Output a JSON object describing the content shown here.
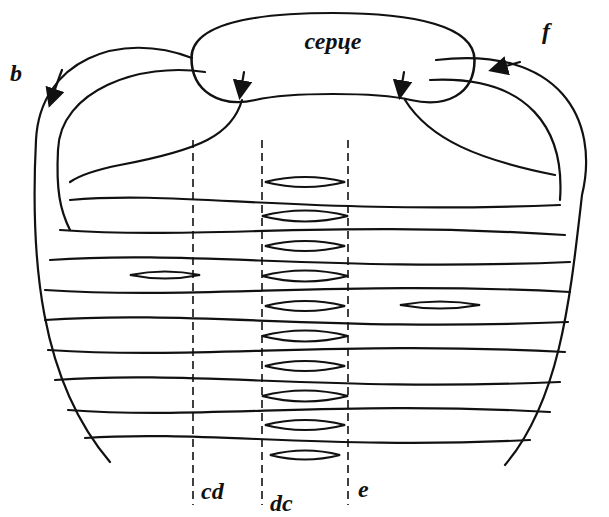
{
  "diagram": {
    "nodes": [
      {
        "text": [
          "серце"
        ]
      }
    ],
    "labels": [
      "b",
      "f",
      "cd",
      "dc",
      "e"
    ]
  }
}
